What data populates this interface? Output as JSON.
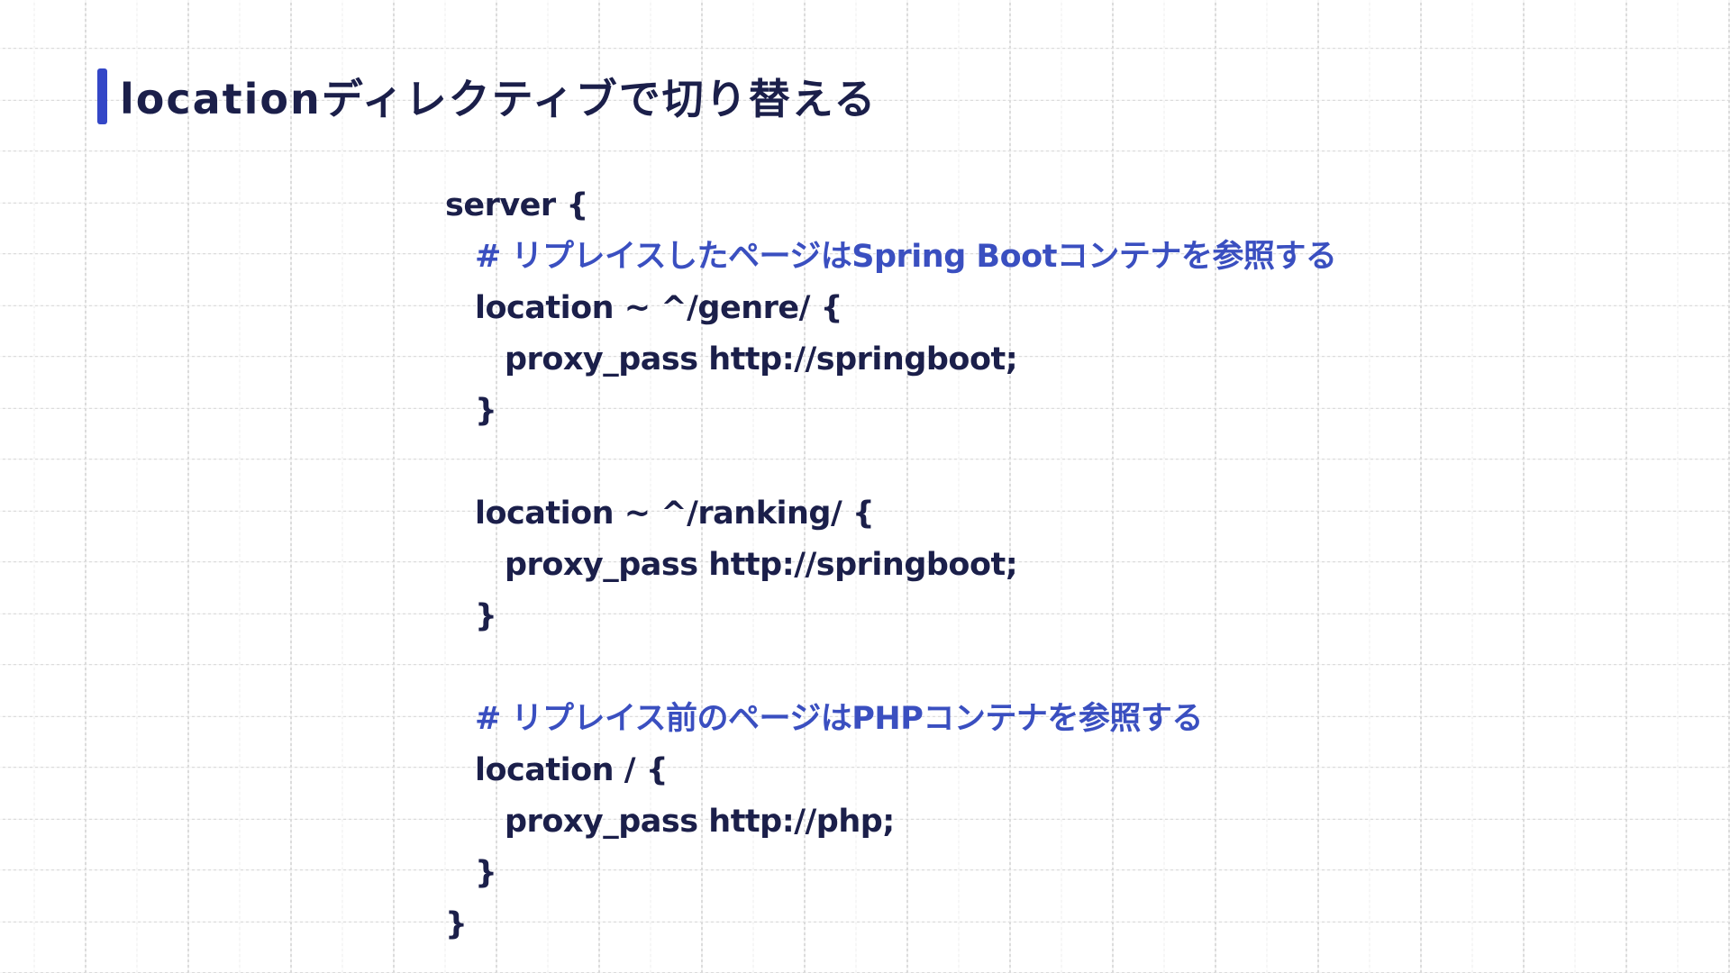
{
  "slide": {
    "title": "locationディレクティブで切り替える",
    "accent_color": "#3447c7",
    "comment_color": "#3a4fc0",
    "text_color": "#1b1f4a"
  },
  "code": {
    "lines": [
      {
        "text": "server {",
        "indent": 0,
        "kind": "code"
      },
      {
        "text": "# リプレイスしたページはSpring Bootコンテナを参照する",
        "indent": 1,
        "kind": "comment"
      },
      {
        "text": "location ~ ^/genre/ {",
        "indent": 1,
        "kind": "code"
      },
      {
        "text": "proxy_pass http://springboot;",
        "indent": 2,
        "kind": "code"
      },
      {
        "text": "}",
        "indent": 1,
        "kind": "code"
      },
      {
        "text": "",
        "indent": 0,
        "kind": "blank"
      },
      {
        "text": "location ~ ^/ranking/ {",
        "indent": 1,
        "kind": "code"
      },
      {
        "text": "proxy_pass http://springboot;",
        "indent": 2,
        "kind": "code"
      },
      {
        "text": "}",
        "indent": 1,
        "kind": "code"
      },
      {
        "text": "",
        "indent": 0,
        "kind": "blank"
      },
      {
        "text": "# リプレイス前のページはPHPコンテナを参照する",
        "indent": 1,
        "kind": "comment"
      },
      {
        "text": "location / {",
        "indent": 1,
        "kind": "code"
      },
      {
        "text": "proxy_pass http://php;",
        "indent": 2,
        "kind": "code"
      },
      {
        "text": "}",
        "indent": 1,
        "kind": "code"
      },
      {
        "text": "}",
        "indent": 0,
        "kind": "code"
      }
    ]
  }
}
